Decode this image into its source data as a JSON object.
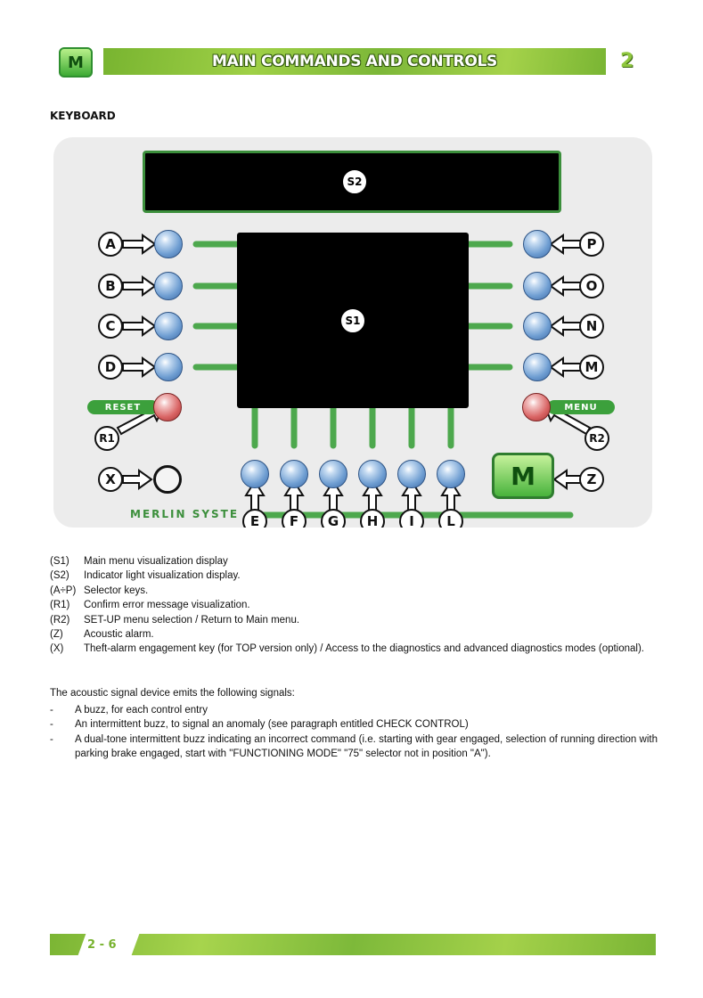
{
  "header": {
    "logo_text": "M",
    "title": "MAIN COMMANDS AND CONTROLS",
    "chapter": "2"
  },
  "section_title": "KEYBOARD",
  "keyboard": {
    "s2_label": "S2",
    "s1_label": "S1",
    "left_keys": [
      "A",
      "B",
      "C",
      "D"
    ],
    "right_keys": [
      "P",
      "O",
      "N",
      "M"
    ],
    "bottom_keys": [
      "E",
      "F",
      "G",
      "H",
      "I",
      "L"
    ],
    "reset_label": "RESET",
    "menu_label": "MENU",
    "r1_label": "R1",
    "r2_label": "R2",
    "x_label": "X",
    "z_label": "Z",
    "brand_text": "MERLIN SYSTE",
    "brand_logo_text": "M"
  },
  "legend": [
    {
      "code": "(S1)",
      "text": "Main menu visualization display"
    },
    {
      "code": "(S2)",
      "text": "Indicator light visualization display."
    },
    {
      "code": "(A÷P)",
      "text": "Selector keys."
    },
    {
      "code": "(R1)",
      "text": "Confirm error message visualization."
    },
    {
      "code": "(R2)",
      "text": "SET-UP menu selection / Return to Main menu."
    },
    {
      "code": "(Z)",
      "text": "Acoustic alarm."
    },
    {
      "code": "(X)",
      "text": "Theft-alarm engagement key (for TOP version only) / Access to the diagnostics and advanced diagnostics modes (optional)."
    }
  ],
  "signals_intro": "The acoustic signal device emits the following signals:",
  "signals": [
    {
      "dash": "-",
      "text": "A buzz, for each control entry"
    },
    {
      "dash": "-",
      "text": "An intermittent buzz, to signal an anomaly (see paragraph entitled CHECK CONTROL)"
    },
    {
      "dash": "-",
      "text": "A dual-tone intermittent buzz indicating an incorrect command (i.e. starting with gear engaged, selection of running direction with parking brake engaged, start with \"FUNCTIONING MODE\" \"75\" selector not in position \"A\")."
    }
  ],
  "footer": {
    "page_number": "2 - 6"
  },
  "colors": {
    "brand_green": "#8fc73e",
    "panel_gray": "#ececec",
    "key_blue": "#6f9ed2",
    "key_red": "#d96464"
  }
}
